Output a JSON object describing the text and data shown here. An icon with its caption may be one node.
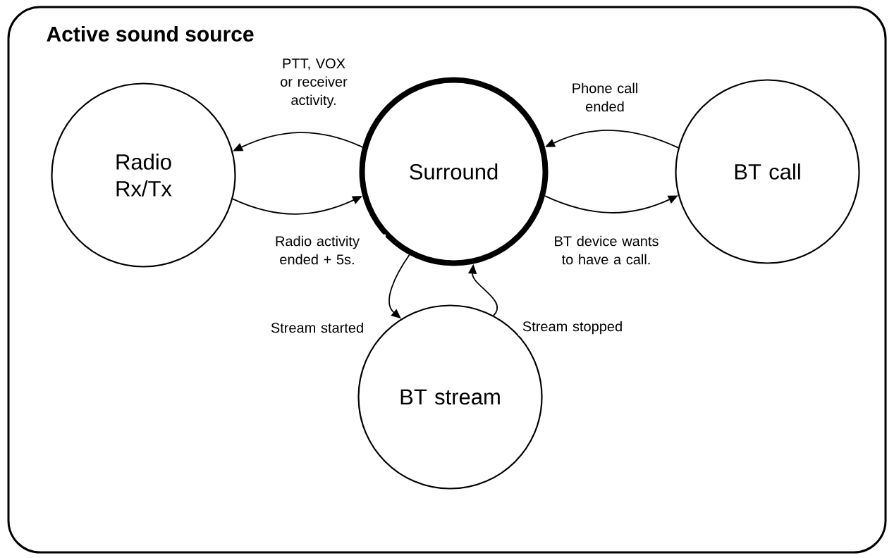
{
  "diagram": {
    "nodes": [
      {
        "text": [
          "Active sound source"
        ]
      },
      {
        "text": [
          "Radio Rx/Tx"
        ],
        "in": 0
      },
      {
        "text": [
          "Surround"
        ],
        "in": 0
      },
      {
        "text": [
          "BT call"
        ],
        "in": 0
      },
      {
        "text": [
          "BT stream"
        ],
        "in": 0
      }
    ],
    "edges": [
      {
        "from": 2,
        "to": 1,
        "arrow": "to",
        "label": "PTT, VOX or receiver activity."
      },
      {
        "from": 1,
        "to": 2,
        "arrow": "to",
        "label": "Radio activity ended + 5s."
      },
      {
        "from": 3,
        "to": 2,
        "arrow": "to",
        "label": "Phone call ended"
      },
      {
        "from": 2,
        "to": 3,
        "arrow": "to",
        "label": "BT device wants to have a call."
      },
      {
        "from": 2,
        "to": 4,
        "arrow": "to",
        "label": "Stream started"
      },
      {
        "from": 4,
        "to": 2,
        "arrow": "to",
        "label": "Stream stopped"
      }
    ]
  }
}
